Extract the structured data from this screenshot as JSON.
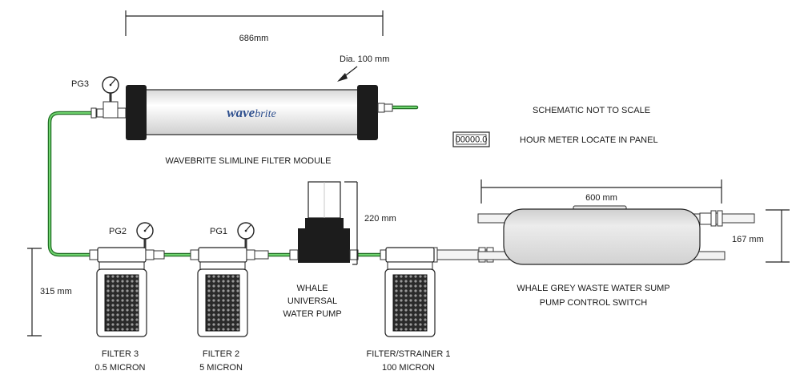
{
  "dimensions": {
    "module_length": "686mm",
    "module_diameter": "Dia. 100 mm",
    "pump_height": "220 mm",
    "sump_length": "600 mm",
    "sump_height": "167 mm",
    "filter_height": "315 mm"
  },
  "gauges": {
    "pg3": "PG3",
    "pg2": "PG2",
    "pg1": "PG1"
  },
  "module": {
    "brand_prefix": "wave",
    "brand_suffix": "brite",
    "label": "WAVEBRITE SLIMLINE FILTER MODULE"
  },
  "notes": {
    "schematic": "SCHEMATIC NOT TO SCALE",
    "hour_meter_display": "00000.0",
    "hour_meter_label": "HOUR METER LOCATE IN PANEL"
  },
  "pump": {
    "line1": "WHALE",
    "line2": "UNIVERSAL",
    "line3": "WATER PUMP"
  },
  "sump": {
    "line1": "WHALE GREY WASTE WATER SUMP",
    "line2": "PUMP CONTROL SWITCH"
  },
  "filters": [
    {
      "name": "FILTER 3",
      "rating": "0.5 MICRON"
    },
    {
      "name": "FILTER 2",
      "rating": "5 MICRON"
    },
    {
      "name": "FILTER/STRAINER 1",
      "rating": "100 MICRON"
    }
  ],
  "colors": {
    "hose_green": "#4caf50",
    "brand_blue": "#2e4f8e",
    "sump_grey": "#e2e2e2",
    "endcap_black": "#1c1c1c"
  }
}
